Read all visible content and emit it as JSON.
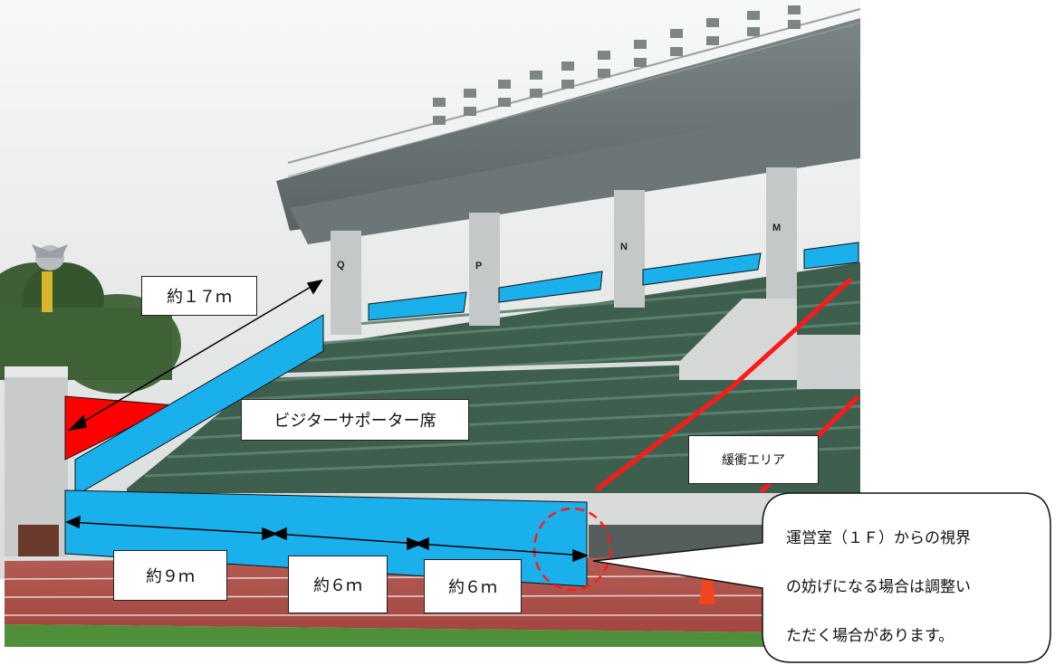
{
  "annotations": {
    "overall_length": "約１７ｍ",
    "visitor_seats": "ビジターサポーター席",
    "buffer_area": "緩衝エリア",
    "segment_1": "約９ｍ",
    "segment_2": "約６ｍ",
    "segment_3": "約６ｍ"
  },
  "pillar_letters": [
    "Q",
    "P",
    "N",
    "M"
  ],
  "callout": {
    "lines": [
      "運営室（１Ｆ）からの視界",
      "の妨げになる場合は調整い",
      "ただく場合があります。"
    ]
  },
  "colors": {
    "seat_zone": "#1ab0ec",
    "restricted_zone": "#ff0000",
    "buffer_line": "#ff1a1a",
    "track": "#b5524d",
    "grass": "#4f8f3a",
    "seats": "#3f6150"
  }
}
